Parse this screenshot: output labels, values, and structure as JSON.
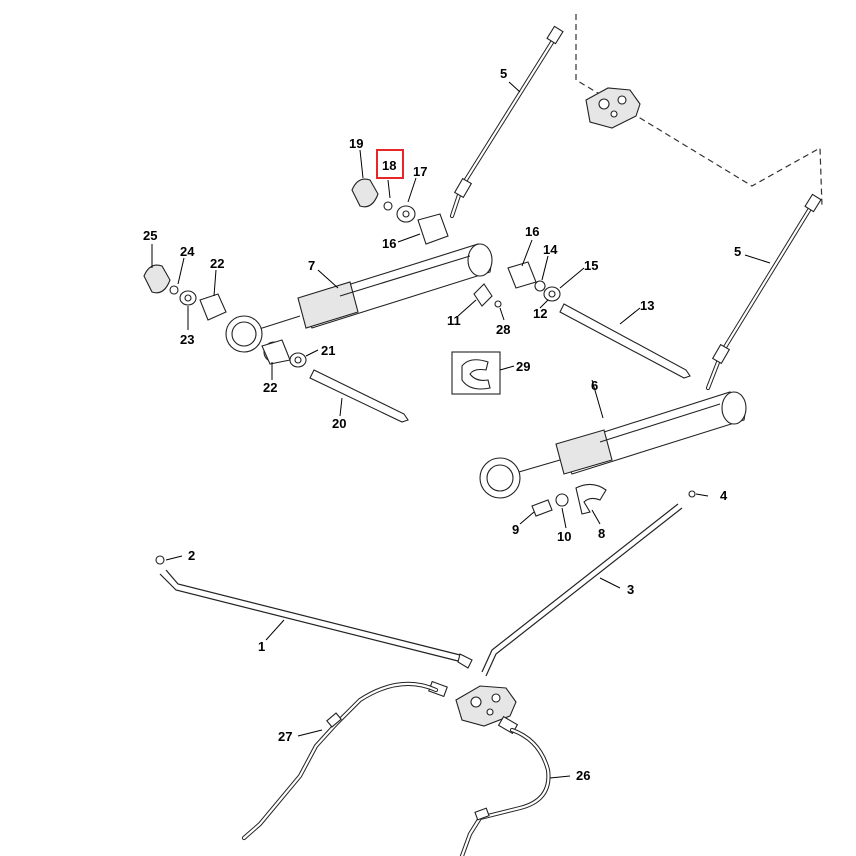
{
  "callouts": {
    "c1": "1",
    "c2": "2",
    "c3": "3",
    "c4": "4",
    "c5a": "5",
    "c5b": "5",
    "c6": "6",
    "c7": "7",
    "c8": "8",
    "c9": "9",
    "c10": "10",
    "c11": "11",
    "c12": "12",
    "c13": "13",
    "c14": "14",
    "c15": "15",
    "c16a": "16",
    "c16b": "16",
    "c17": "17",
    "c18": "18",
    "c19": "19",
    "c20": "20",
    "c21": "21",
    "c22a": "22",
    "c22b": "22",
    "c23": "23",
    "c24": "24",
    "c25": "25",
    "c26": "26",
    "c27": "27",
    "c28": "28",
    "c29": "29"
  },
  "highlighted_callout": "18",
  "colors": {
    "highlight": "#e8262a",
    "line": "#222222"
  }
}
